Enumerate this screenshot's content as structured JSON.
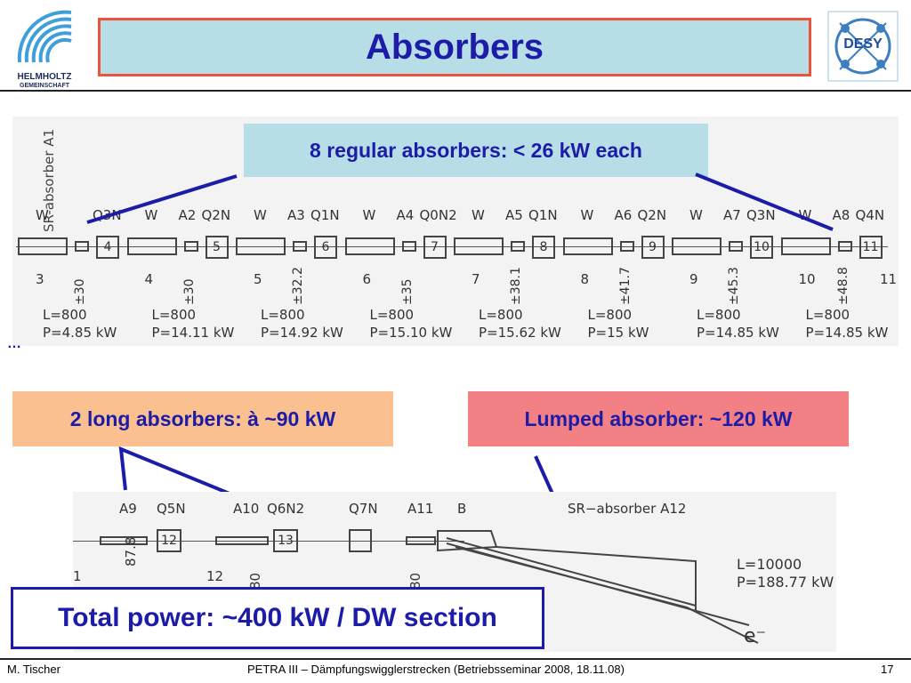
{
  "header": {
    "title": "Absorbers",
    "logo_left": "HELMHOLTZ GEMEINSCHAFT",
    "logo_left_line1": "HELMHOLTZ",
    "logo_left_line2": "GEMEINSCHAFT",
    "logo_right": "DESY"
  },
  "callouts": {
    "regular": "8 regular absorbers:  < 26 kW  each",
    "long": "2 long absorbers:  à  ~90 kW",
    "lumped": "Lumped absorber:  ~120 kW",
    "total": "Total power: ~400 kW / DW section",
    "ellipsis": "…"
  },
  "colors": {
    "title_bg": "#b7dde6",
    "title_border": "#e8543c",
    "text_blue": "#1c1ca8",
    "regular_bg": "#b7dde6",
    "long_bg": "#fac090",
    "lumped_bg": "#f28084",
    "diagram_bg": "#f3f3f3"
  },
  "top_diagram": {
    "vertical_label": "SR-absorber A1",
    "cells": [
      {
        "w": "W",
        "absorber": "",
        "quad": "Q3N",
        "left_num": "3",
        "pos": "±30",
        "quad_num": "4",
        "L": "L=800",
        "P": "P=4.85  kW"
      },
      {
        "w": "W",
        "absorber": "A2",
        "quad": "Q2N",
        "left_num": "4",
        "pos": "±30",
        "quad_num": "5",
        "L": "L=800",
        "P": "P=14.11  kW"
      },
      {
        "w": "W",
        "absorber": "A3",
        "quad": "Q1N",
        "left_num": "5",
        "pos": "±32.2",
        "quad_num": "6",
        "L": "L=800",
        "P": "P=14.92  kW"
      },
      {
        "w": "W",
        "absorber": "A4",
        "quad": "Q0N2",
        "left_num": "6",
        "pos": "±35",
        "quad_num": "7",
        "L": "L=800",
        "P": "P=15.10  kW"
      },
      {
        "w": "W",
        "absorber": "A5",
        "quad": "Q1N",
        "left_num": "7",
        "pos": "±38.1",
        "quad_num": "8",
        "L": "L=800",
        "P": "P=15.62  kW"
      },
      {
        "w": "W",
        "absorber": "A6",
        "quad": "Q2N",
        "left_num": "8",
        "pos": "±41.7",
        "quad_num": "9",
        "L": "L=800",
        "P": "P=15  kW"
      },
      {
        "w": "W",
        "absorber": "A7",
        "quad": "Q3N",
        "left_num": "9",
        "pos": "±45.3",
        "quad_num": "10",
        "L": "L=800",
        "P": "P=14.85  kW"
      },
      {
        "w": "W",
        "absorber": "A8",
        "quad": "Q4N",
        "left_num": "10",
        "pos": "±48.8",
        "quad_num": "11",
        "L": "L=800",
        "P": "P=14.85  kW"
      }
    ],
    "last_num": "11"
  },
  "bottom_diagram": {
    "labels": [
      "A9",
      "Q5N",
      "A10",
      "Q6N2",
      "Q7N",
      "A11",
      "B",
      "SR−absorber  A12"
    ],
    "quad_nums": [
      "12",
      "13"
    ],
    "left_nums": [
      "1",
      "12"
    ],
    "pos_partial": [
      "87.8",
      "80",
      "80"
    ],
    "L": "L=10000",
    "P": "P=188.77  kW",
    "electron": "e⁻"
  },
  "footer": {
    "author": "M. Tischer",
    "event": "PETRA III  –  Dämpfungswigglerstrecken      (Betriebsseminar 2008, 18.11.08)",
    "page": "17"
  }
}
